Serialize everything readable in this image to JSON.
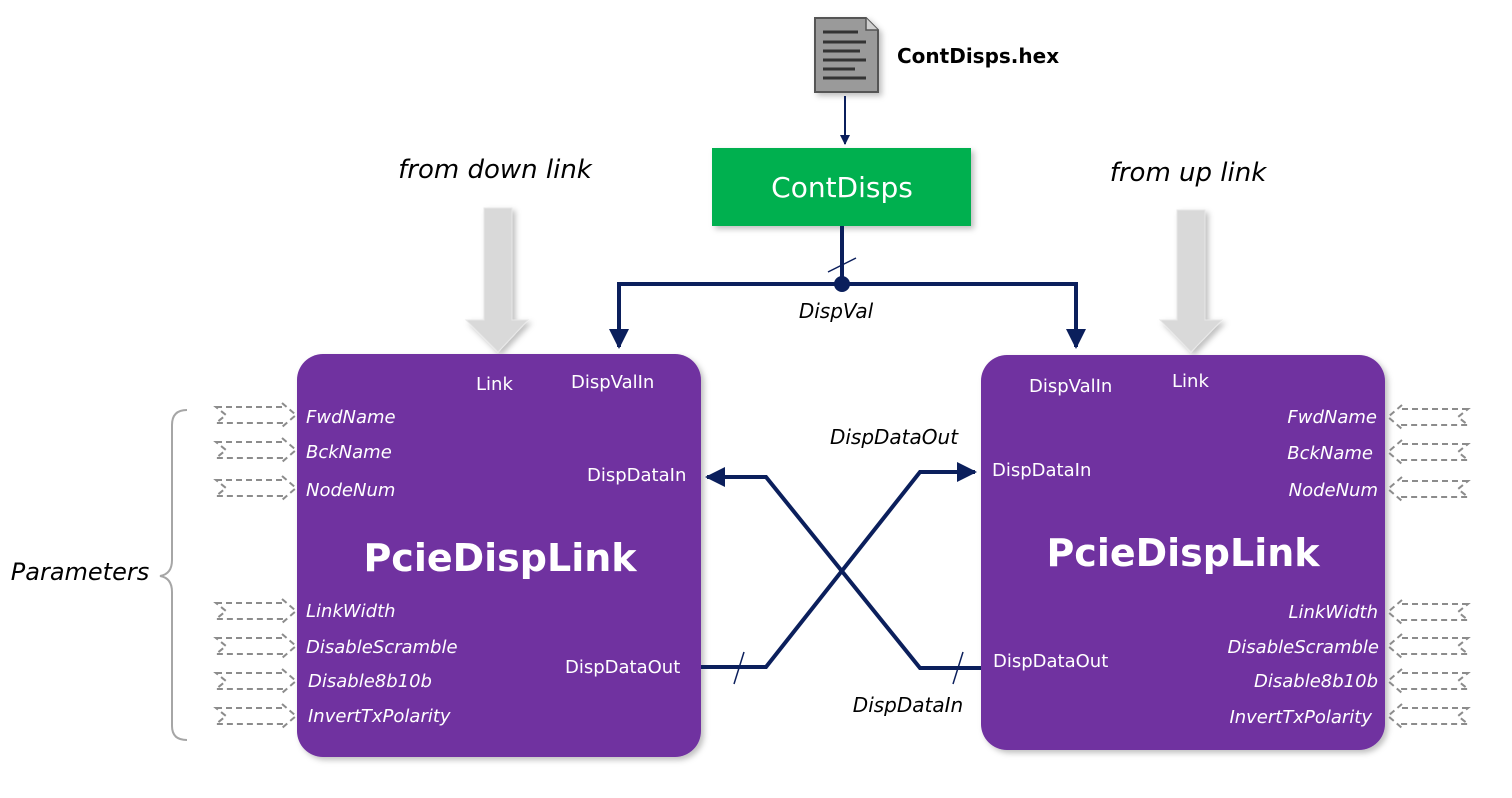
{
  "file": {
    "name": "ContDisps.hex",
    "icon": "document-icon"
  },
  "cont_disps": {
    "label": "ContDisps",
    "color": "#00b050"
  },
  "inputs": {
    "down": "from down link",
    "up": "from up link"
  },
  "signals": {
    "disp_val": "DispVal",
    "disp_data_out": "DispDataOut",
    "disp_data_in": "DispDataIn"
  },
  "params_label": "Parameters",
  "colors": {
    "block": "#7030a0",
    "wire": "#0b1f5c",
    "arrow_gray": "#d9d9d9",
    "param_dash": "#8c8c8c"
  },
  "left_block": {
    "title": "PcieDispLink",
    "ports": {
      "link": "Link",
      "disp_val_in": "DispValIn",
      "disp_data_in": "DispDataIn",
      "disp_data_out": "DispDataOut"
    },
    "params_top": [
      "FwdName",
      "BckName",
      "NodeNum"
    ],
    "params_bottom": [
      "LinkWidth",
      "DisableScramble",
      "Disable8b10b",
      "InvertTxPolarity"
    ]
  },
  "right_block": {
    "title": "PcieDispLink",
    "ports": {
      "link": "Link",
      "disp_val_in": "DispValIn",
      "disp_data_in": "DispDataIn",
      "disp_data_out": "DispDataOut"
    },
    "params_top": [
      "FwdName",
      "BckName",
      "NodeNum"
    ],
    "params_bottom": [
      "LinkWidth",
      "DisableScramble",
      "Disable8b10b",
      "InvertTxPolarity"
    ]
  }
}
